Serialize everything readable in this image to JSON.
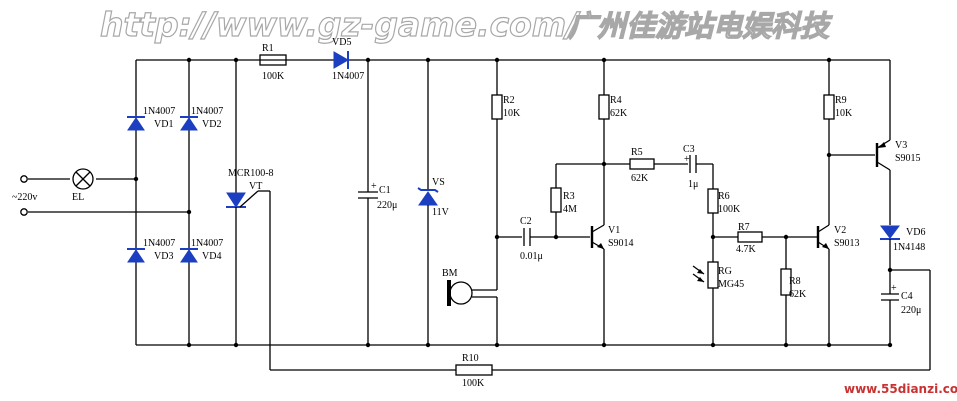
{
  "watermark": {
    "url": "http://www.gz-game.com/",
    "company": "广州佳游站电娱科技"
  },
  "site_mark": "www.55dianzi.com",
  "input": {
    "voltage": "~220v",
    "lamp": "EL"
  },
  "rectifier": [
    {
      "part": "1N4007",
      "ref": "VD1"
    },
    {
      "part": "1N4007",
      "ref": "VD2"
    },
    {
      "part": "1N4007",
      "ref": "VD3"
    },
    {
      "part": "1N4007",
      "ref": "VD4"
    }
  ],
  "scr": {
    "part": "MCR100-8",
    "ref": "VT"
  },
  "r1": {
    "ref": "R1",
    "value": "100K"
  },
  "vd5": {
    "ref": "VD5",
    "part": "1N4007"
  },
  "c1": {
    "ref": "C1",
    "value": "220μ"
  },
  "vs": {
    "ref": "VS",
    "value": "11V"
  },
  "r2": {
    "ref": "R2",
    "value": "10K"
  },
  "bm": {
    "ref": "BM"
  },
  "c2": {
    "ref": "C2",
    "value": "0.01μ"
  },
  "r3": {
    "ref": "R3",
    "value": "4M"
  },
  "r4": {
    "ref": "R4",
    "value": "62K"
  },
  "v1": {
    "ref": "V1",
    "part": "S9014"
  },
  "r5": {
    "ref": "R5",
    "value": "62K"
  },
  "c3": {
    "ref": "C3",
    "value": "1μ"
  },
  "r6": {
    "ref": "R6",
    "value": "100K"
  },
  "r7": {
    "ref": "R7",
    "value": "4.7K"
  },
  "rg": {
    "ref": "RG",
    "part": "MG45"
  },
  "r8": {
    "ref": "R8",
    "value": "62K"
  },
  "v2": {
    "ref": "V2",
    "part": "S9013"
  },
  "r9": {
    "ref": "R9",
    "value": "10K"
  },
  "v3": {
    "ref": "V3",
    "part": "S9015"
  },
  "vd6": {
    "ref": "VD6",
    "part": "1N4148"
  },
  "c4": {
    "ref": "C4",
    "value": "220μ"
  },
  "r10": {
    "ref": "R10",
    "value": "100K"
  },
  "colors": {
    "diode_fill": "#1c3fc2",
    "watermark_outline": "#a8a8a8",
    "site_mark": "#c83232"
  },
  "plus_sign": "+"
}
